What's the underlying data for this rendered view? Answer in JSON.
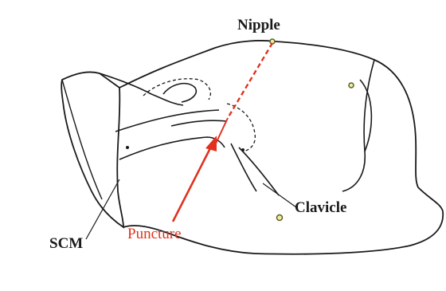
{
  "labels": {
    "nipple": "Nipple",
    "clavicle": "Clavicle",
    "scm": "SCM",
    "puncture": "Puncture"
  },
  "colors": {
    "line": "#1a1a1a",
    "puncture": "#e0321e",
    "marker_fill": "#f2ef9a",
    "marker_stroke": "#5b5b2a",
    "background": "#ffffff"
  }
}
